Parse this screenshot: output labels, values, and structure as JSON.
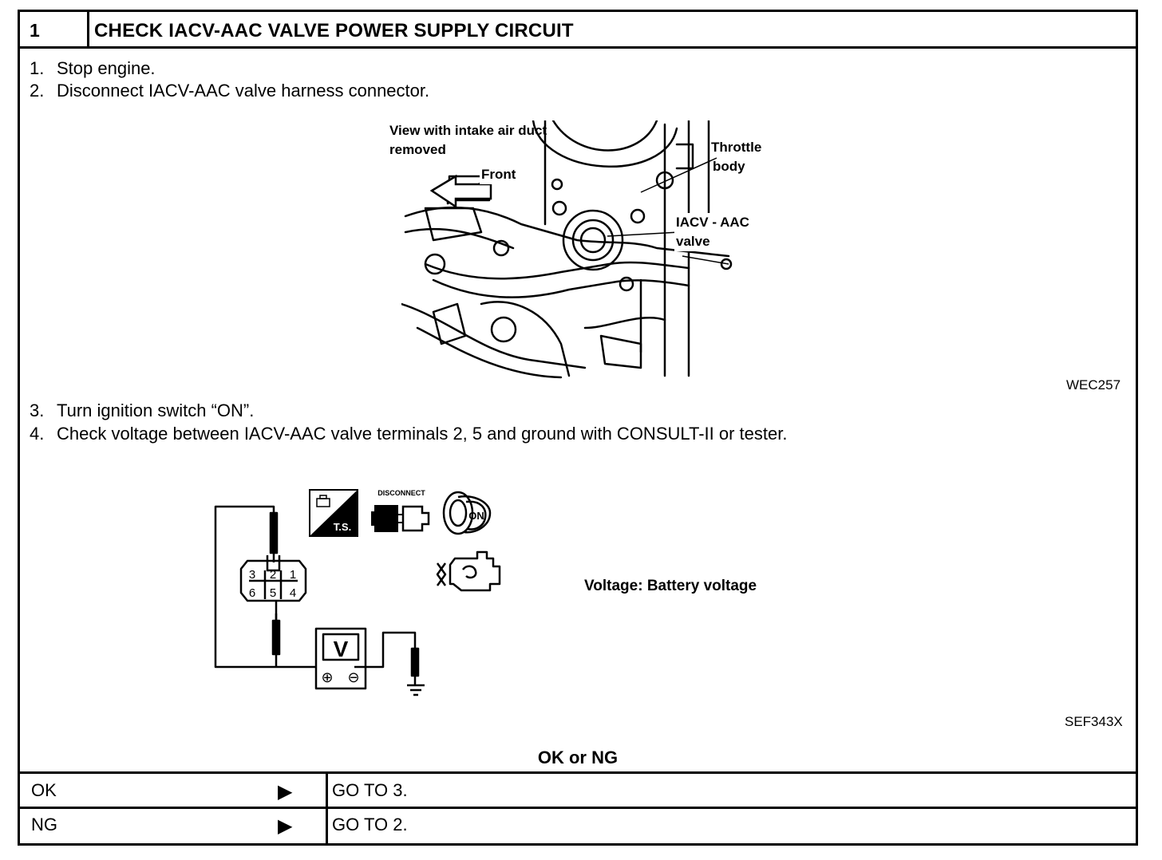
{
  "header": {
    "step_number": "1",
    "title": "CHECK IACV-AAC VALVE POWER SUPPLY CIRCUIT"
  },
  "steps_a": [
    {
      "num": "1.",
      "text": "Stop engine."
    },
    {
      "num": "2.",
      "text": "Disconnect IACV-AAC valve harness connector."
    }
  ],
  "figure1": {
    "view_label_1": "View with intake air duct",
    "view_label_2": "removed",
    "front_label": "Front",
    "throttle_label_1": "Throttle",
    "throttle_label_2": "body",
    "iacv_label_1": "IACV - AAC",
    "iacv_label_2": "valve",
    "ref_code": "WEC257"
  },
  "steps_b": [
    {
      "num": "3.",
      "text": "Turn ignition switch “ON”."
    },
    {
      "num": "4.",
      "text": "Check voltage between IACV-AAC valve terminals 2, 5 and ground with CONSULT-II or tester."
    }
  ],
  "figure2": {
    "ts_label": "T.S.",
    "disconnect_label": "DISCONNECT",
    "on_label": "ON",
    "meter_label": "V",
    "plus_sign": "⊕",
    "minus_sign": "⊖",
    "terminals_top": [
      "3",
      "2",
      "1"
    ],
    "terminals_bottom": [
      "6",
      "5",
      "4"
    ],
    "voltage_text": "Voltage: Battery voltage",
    "ref_code": "SEF343X"
  },
  "result": {
    "title": "OK or NG",
    "rows": [
      {
        "key": "OK",
        "arrow": "▶",
        "value": "GO TO 3."
      },
      {
        "key": "NG",
        "arrow": "▶",
        "value": "GO TO 2."
      }
    ]
  }
}
